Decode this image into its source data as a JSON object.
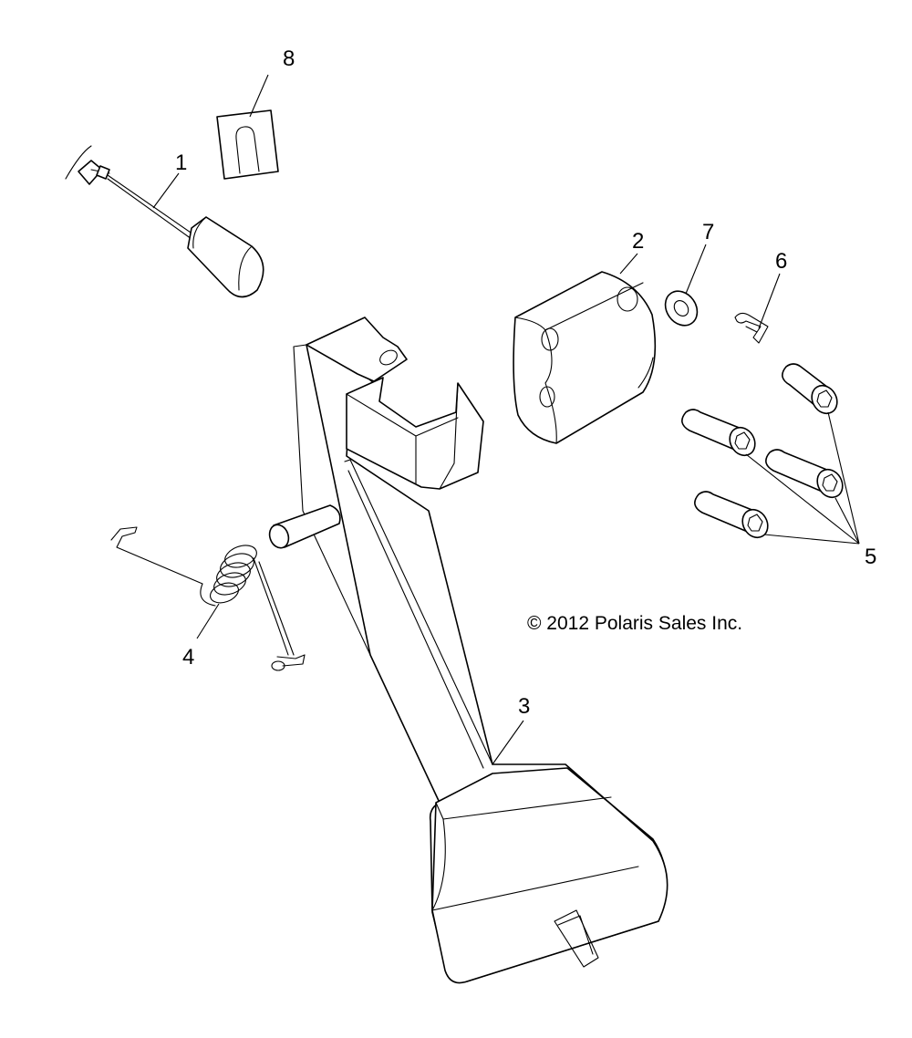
{
  "callouts": {
    "c1": "1",
    "c2": "2",
    "c3": "3",
    "c4": "4",
    "c5": "5",
    "c6": "6",
    "c7": "7",
    "c8": "8"
  },
  "copyright": "© 2012 Polaris Sales Inc."
}
